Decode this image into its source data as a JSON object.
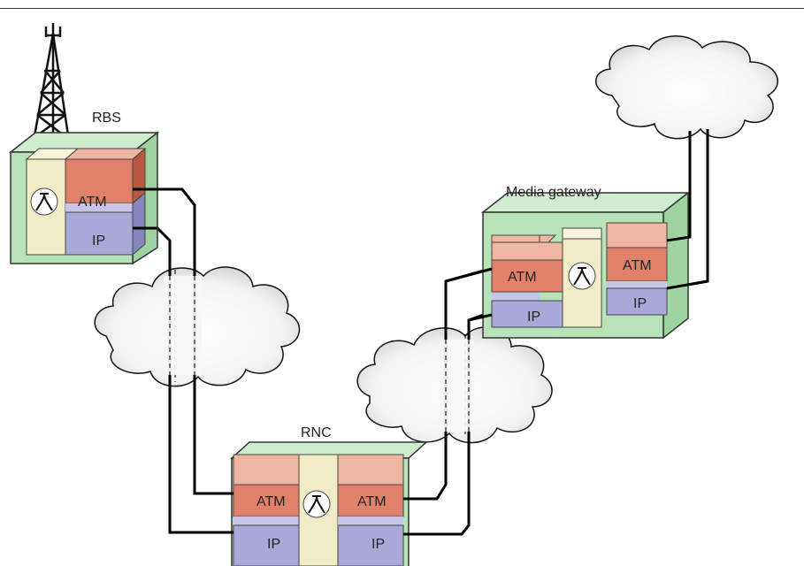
{
  "nodes": {
    "rbs": {
      "label": "RBS",
      "atm": "ATM",
      "ip": "IP"
    },
    "media_gateway": {
      "label": "Media gateway",
      "atm_left": "ATM",
      "atm_right": "ATM",
      "ip_left": "IP",
      "ip_right": "IP"
    },
    "rnc": {
      "label": "RNC",
      "atm_left": "ATM",
      "atm_right": "ATM",
      "ip_left": "IP",
      "ip_right": "IP"
    }
  },
  "colors": {
    "green_box": "#b8e2b8",
    "atm": "#e0826a",
    "atm_light": "#efb6a2",
    "ip": "#a9a8d8",
    "ip_light": "#c8c6e6",
    "switch": "#f1ecc6"
  },
  "icons": [
    "antenna-tower-icon",
    "switch-icon",
    "cloud-icon"
  ]
}
